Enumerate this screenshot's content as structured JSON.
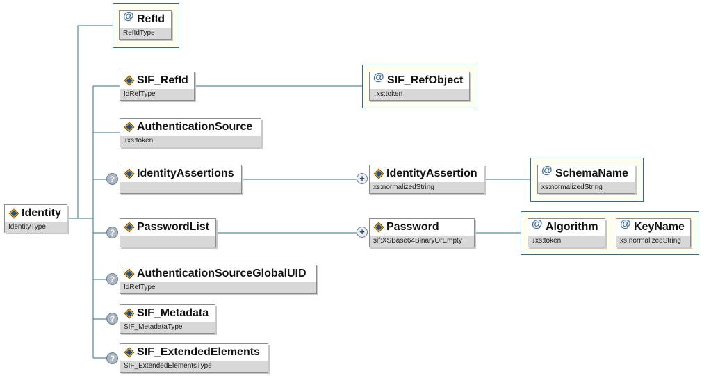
{
  "root": {
    "name": "Identity",
    "type": "IdentityType"
  },
  "attributes": {
    "refid": {
      "name": "RefId",
      "type": "RefIdType"
    }
  },
  "children": {
    "sif_refid": {
      "name": "SIF_RefId",
      "type": "IdRefType",
      "attr": {
        "name": "SIF_RefObject",
        "type": "↓xs:token"
      }
    },
    "auth_source": {
      "name": "AuthenticationSource",
      "type": "↓xs:token"
    },
    "identity_assertions": {
      "name": "IdentityAssertions",
      "type": "",
      "child": {
        "name": "IdentityAssertion",
        "type": "xs:normalizedString",
        "attr": {
          "name": "SchemaName",
          "type": "xs:normalizedString"
        }
      }
    },
    "password_list": {
      "name": "PasswordList",
      "type": "",
      "child": {
        "name": "Password",
        "type": "sif:XSBase64BinaryOrEmpty",
        "attrs": [
          {
            "name": "Algorithm",
            "type": "↓xs:token"
          },
          {
            "name": "KeyName",
            "type": "xs:normalizedString"
          }
        ]
      }
    },
    "auth_source_guid": {
      "name": "AuthenticationSourceGlobalUID",
      "type": "IdRefType"
    },
    "sif_metadata": {
      "name": "SIF_Metadata",
      "type": "SIF_MetadataType"
    },
    "sif_extended": {
      "name": "SIF_ExtendedElements",
      "type": "SIF_ExtendedElementsType"
    }
  },
  "badges": {
    "optional": "?",
    "expand": "+"
  },
  "icons": {
    "element": "element-diamond-icon",
    "attribute": "at-sign-icon"
  },
  "colors": {
    "connector": "#2e6f8e",
    "type_bar": "#d8d8d8",
    "attribute_group_bg": "#fffff0"
  }
}
